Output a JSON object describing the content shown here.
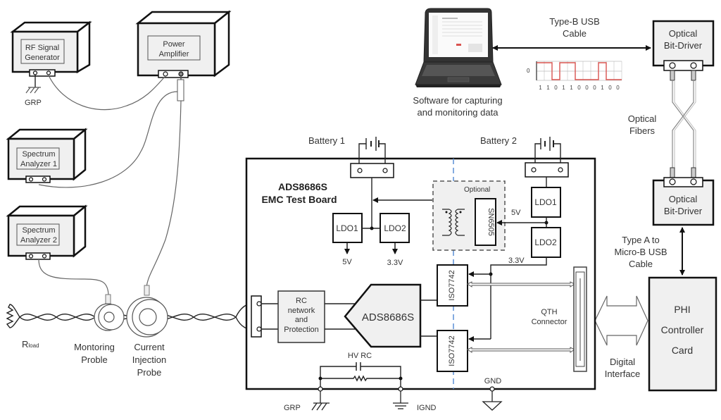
{
  "equipment": {
    "rf_signal_generator": "RF Signal Generator",
    "rf_signal_generator_lines": [
      "RF Signal",
      "Generator"
    ],
    "power_amplifier_lines": [
      "Power",
      "Amplifier"
    ],
    "spectrum_analyzer_1_lines": [
      "Spectrum",
      "Analyzer 1"
    ],
    "spectrum_analyzer_2_lines": [
      "Spectrum",
      "Analyzer 2"
    ],
    "grp_top": "GRP"
  },
  "probes": {
    "rload_main": "R",
    "rload_sub": "load",
    "monitoring_probe_lines": [
      "Montoring",
      "Proble"
    ],
    "current_injection_probe_lines": [
      "Current",
      "Injection",
      "Probe"
    ]
  },
  "pc": {
    "software_lines": [
      "Software for capturing",
      "and monitoring data"
    ],
    "usb_cable_lines": [
      "Type-B USB",
      "Cable"
    ],
    "waveform_zero_label": "0",
    "waveform_bits": [
      "1",
      "1",
      "0",
      "1",
      "1",
      "0",
      "0",
      "0",
      "1",
      "0",
      "0"
    ]
  },
  "optical": {
    "bit_driver_top_lines": [
      "Optical",
      "Bit-Driver"
    ],
    "fibers_lines": [
      "Optical",
      "Fibers"
    ],
    "bit_driver_bottom_lines": [
      "Optical",
      "Bit-Driver"
    ],
    "usb_a_lines": [
      "Type A to",
      "Micro-B USB",
      "Cable"
    ]
  },
  "controller": {
    "lines": [
      "PHI",
      "Controller",
      "Card"
    ],
    "digital_interface_lines": [
      "Digital",
      "Interface"
    ]
  },
  "board": {
    "title_lines": [
      "ADS8686S",
      "EMC Test Board"
    ],
    "battery_1": "Battery 1",
    "battery_2": "Battery 2",
    "optional": "Optional",
    "sn6505": "SN6505",
    "ldo1_left": "LDO1",
    "ldo2_left": "LDO2",
    "ldo1_right": "LDO1",
    "ldo2_right": "LDO2",
    "out_5v_left": "5V",
    "out_33v_left": "3.3V",
    "label_5v_right": "5V",
    "label_33v_right": "3.3V",
    "rc_network_lines": [
      "RC",
      "network",
      "and",
      "Protection"
    ],
    "adc": "ADS8686S",
    "iso_top": "ISO7742",
    "iso_bottom": "ISO7742",
    "qth_lines": [
      "QTH",
      "Connector"
    ],
    "hv_rc": "HV RC",
    "grp_bottom": "GRP",
    "ignd": "IGND",
    "gnd": "GND"
  },
  "colors": {
    "isolation_line": "#5b8fd6",
    "waveform": "#d9534f",
    "box_fill": "#f0f0f0"
  }
}
